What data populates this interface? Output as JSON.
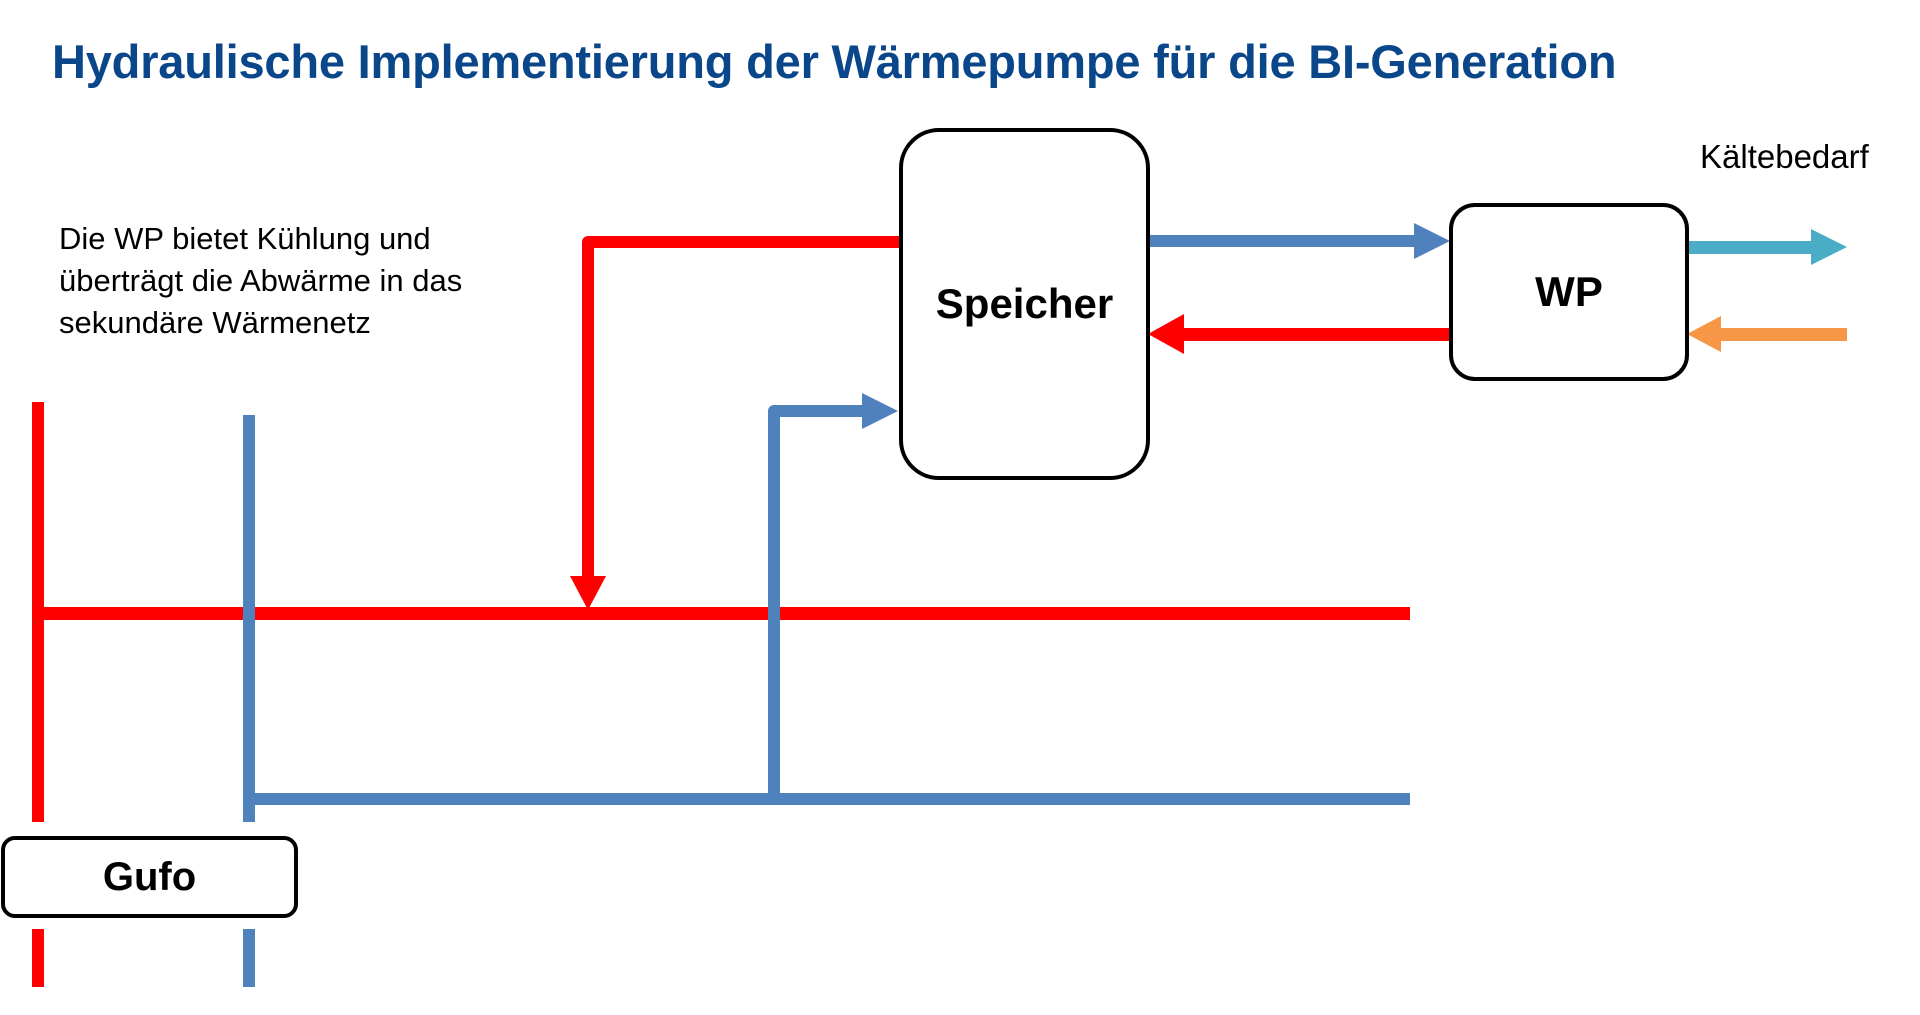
{
  "title": "Hydraulische Implementierung der Wärmepumpe für die BI-Generation",
  "note": "Die WP bietet Kühlung und\nüberträgt die Abwärme in das\nsekundäre Wärmenetz",
  "labels": {
    "speicher": "Speicher",
    "wp": "WP",
    "gufo": "Gufo",
    "kaeltebedarf": "Kältebedarf"
  },
  "colors": {
    "title": "#0a468a",
    "hot": "#ff0000",
    "cold": "#4f81bd",
    "cooling_out": "#4bacc6",
    "heat_in": "#f79646"
  },
  "flows": [
    {
      "id": "speicher-to-network-hot",
      "from": "Speicher",
      "to": "hot line",
      "color": "hot"
    },
    {
      "id": "network-cold-to-speicher",
      "from": "cold line",
      "to": "Speicher",
      "color": "cold"
    },
    {
      "id": "speicher-to-wp",
      "from": "Speicher",
      "to": "WP",
      "color": "cold"
    },
    {
      "id": "wp-to-speicher",
      "from": "WP",
      "to": "Speicher",
      "color": "hot"
    },
    {
      "id": "wp-cooling-out",
      "from": "WP",
      "to": "Kältebedarf",
      "color": "cooling_out"
    },
    {
      "id": "heat-in-to-wp",
      "from": "Kältebedarf",
      "to": "WP",
      "color": "heat_in"
    }
  ]
}
